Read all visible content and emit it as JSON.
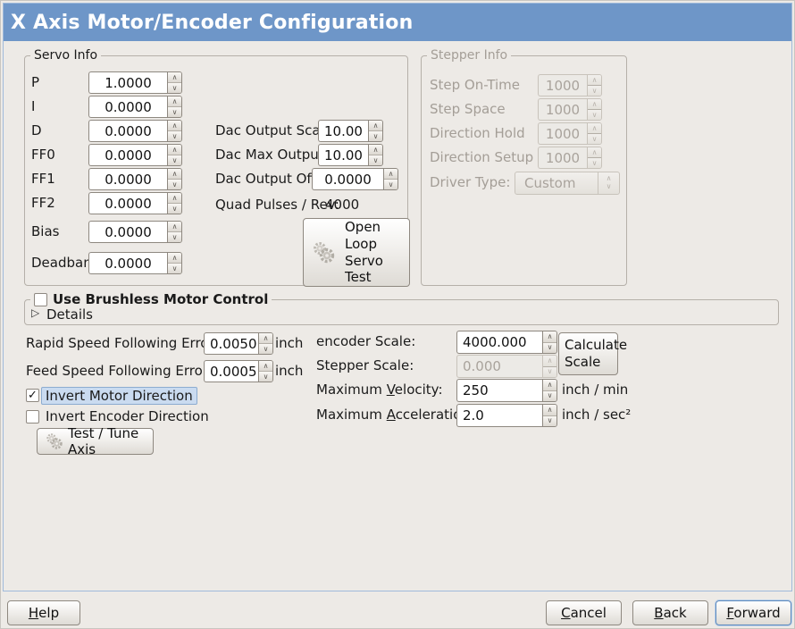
{
  "window": {
    "title": "X Axis Motor/Encoder Configuration"
  },
  "colors": {
    "titlebar": "#6e96c8",
    "page_border": "#a0badb",
    "background": "#edeae6",
    "focus_border": "#5d89bd",
    "label_highlight_bg": "#cadbf0",
    "label_highlight_border": "#8cacd0",
    "disabled_text": "#a49e97"
  },
  "servo_info": {
    "title": "Servo Info",
    "rows": [
      {
        "label": "P",
        "value": "1.0000"
      },
      {
        "label": "I",
        "value": "0.0000"
      },
      {
        "label": "D",
        "value": "0.0000"
      },
      {
        "label": "FF0",
        "value": "0.0000"
      },
      {
        "label": "FF1",
        "value": "0.0000"
      },
      {
        "label": "FF2",
        "value": "0.0000"
      },
      {
        "label": "Bias",
        "value": "0.0000"
      },
      {
        "label": "Deadband",
        "value": "0.0000"
      }
    ],
    "dac_rows": [
      {
        "label": "Dac Output Scale:",
        "value": "10.00"
      },
      {
        "label": "Dac Max Output:",
        "value": "10.00"
      },
      {
        "label": "Dac Output Offset:",
        "value": "0.0000"
      }
    ],
    "quad_pulses_label": "Quad Pulses / Rev:",
    "quad_pulses_value": "4000",
    "open_loop_button": "Open Loop Servo Test"
  },
  "stepper_info": {
    "title": "Stepper Info",
    "rows": [
      {
        "label": "Step On-Time",
        "value": "1000"
      },
      {
        "label": "Step Space",
        "value": "1000"
      },
      {
        "label": "Direction Hold",
        "value": "1000"
      },
      {
        "label": "Direction Setup",
        "value": "1000"
      }
    ],
    "driver_type_label": "Driver Type:",
    "driver_type_value": "Custom"
  },
  "brushless": {
    "checkbox_label": "Use Brushless Motor Control",
    "check_glyph": "",
    "details_label": "Details",
    "expander_glyph": "▷"
  },
  "tuning": {
    "rapid_error_label": "Rapid Speed Following Error:",
    "rapid_error_value": "0.0050",
    "rapid_error_unit": "inch",
    "feed_error_label": "Feed Speed Following Error:",
    "feed_error_value": "0.0005",
    "feed_error_unit": "inch",
    "invert_motor_label": "Invert Motor Direction",
    "invert_motor_check_glyph": "✓",
    "invert_encoder_label": "Invert Encoder Direction",
    "invert_encoder_check_glyph": "",
    "test_tune_button": "Test / Tune Axis"
  },
  "scales": {
    "encoder_scale_label": "encoder Scale:",
    "encoder_scale_value": "4000.000",
    "stepper_scale_label": "Stepper Scale:",
    "stepper_scale_value": "0.000",
    "calculate_button": "Calculate Scale",
    "max_velocity_label": {
      "pre": "Maximum ",
      "key": "V",
      "post": "elocity:"
    },
    "max_velocity_value": "250",
    "max_velocity_unit": "inch / min",
    "max_accel_label": {
      "pre": "Maximum ",
      "key": "A",
      "post": "cceleration:"
    },
    "max_accel_value": "2.0",
    "max_accel_unit": "inch / sec²"
  },
  "actions": {
    "help": {
      "pre": "",
      "key": "H",
      "post": "elp"
    },
    "cancel": {
      "pre": "",
      "key": "C",
      "post": "ancel"
    },
    "back": {
      "pre": "",
      "key": "B",
      "post": "ack"
    },
    "forward": {
      "pre": "",
      "key": "F",
      "post": "orward"
    }
  },
  "spinner": {
    "up_glyph": "∧",
    "down_glyph": "∨"
  }
}
